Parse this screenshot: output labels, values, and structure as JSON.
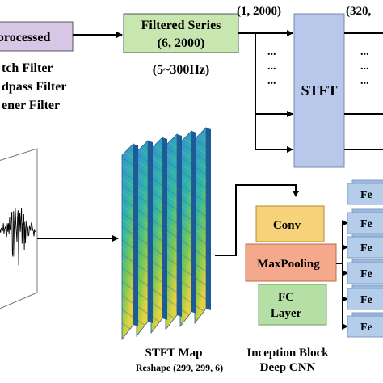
{
  "preprocess": {
    "box_label": "processed",
    "filters": [
      "tch Filter",
      "dpass Filter",
      "ener Filter"
    ]
  },
  "filtered_series": {
    "title": "Filtered Series",
    "shape": "(6, 2000)",
    "band": "(5~300Hz)"
  },
  "channel_shape": "(1, 2000)",
  "stft": {
    "label": "STFT",
    "output_shape": "(320,",
    "dots": "..."
  },
  "stft_map": {
    "title": "STFT Map",
    "reshape": "Reshape (299, 299, 6)"
  },
  "cnn": {
    "conv": "Conv",
    "maxpool": "MaxPooling",
    "fc_line1": "FC",
    "fc_line2": "Layer",
    "caption1": "Inception Block",
    "caption2": "Deep CNN"
  },
  "features": [
    "Fe",
    "Fe",
    "Fe",
    "Fe",
    "Fe",
    "Fe"
  ],
  "colors": {
    "preprocess_box": "#d8c6e6",
    "filtered_box": "#c8e6b0",
    "stft_box": "#b8c8ea",
    "conv_box": "#f7d27a",
    "maxpool_box": "#f4a88c",
    "fc_box": "#b6dfa6",
    "feature_box": "#b4cdea"
  }
}
